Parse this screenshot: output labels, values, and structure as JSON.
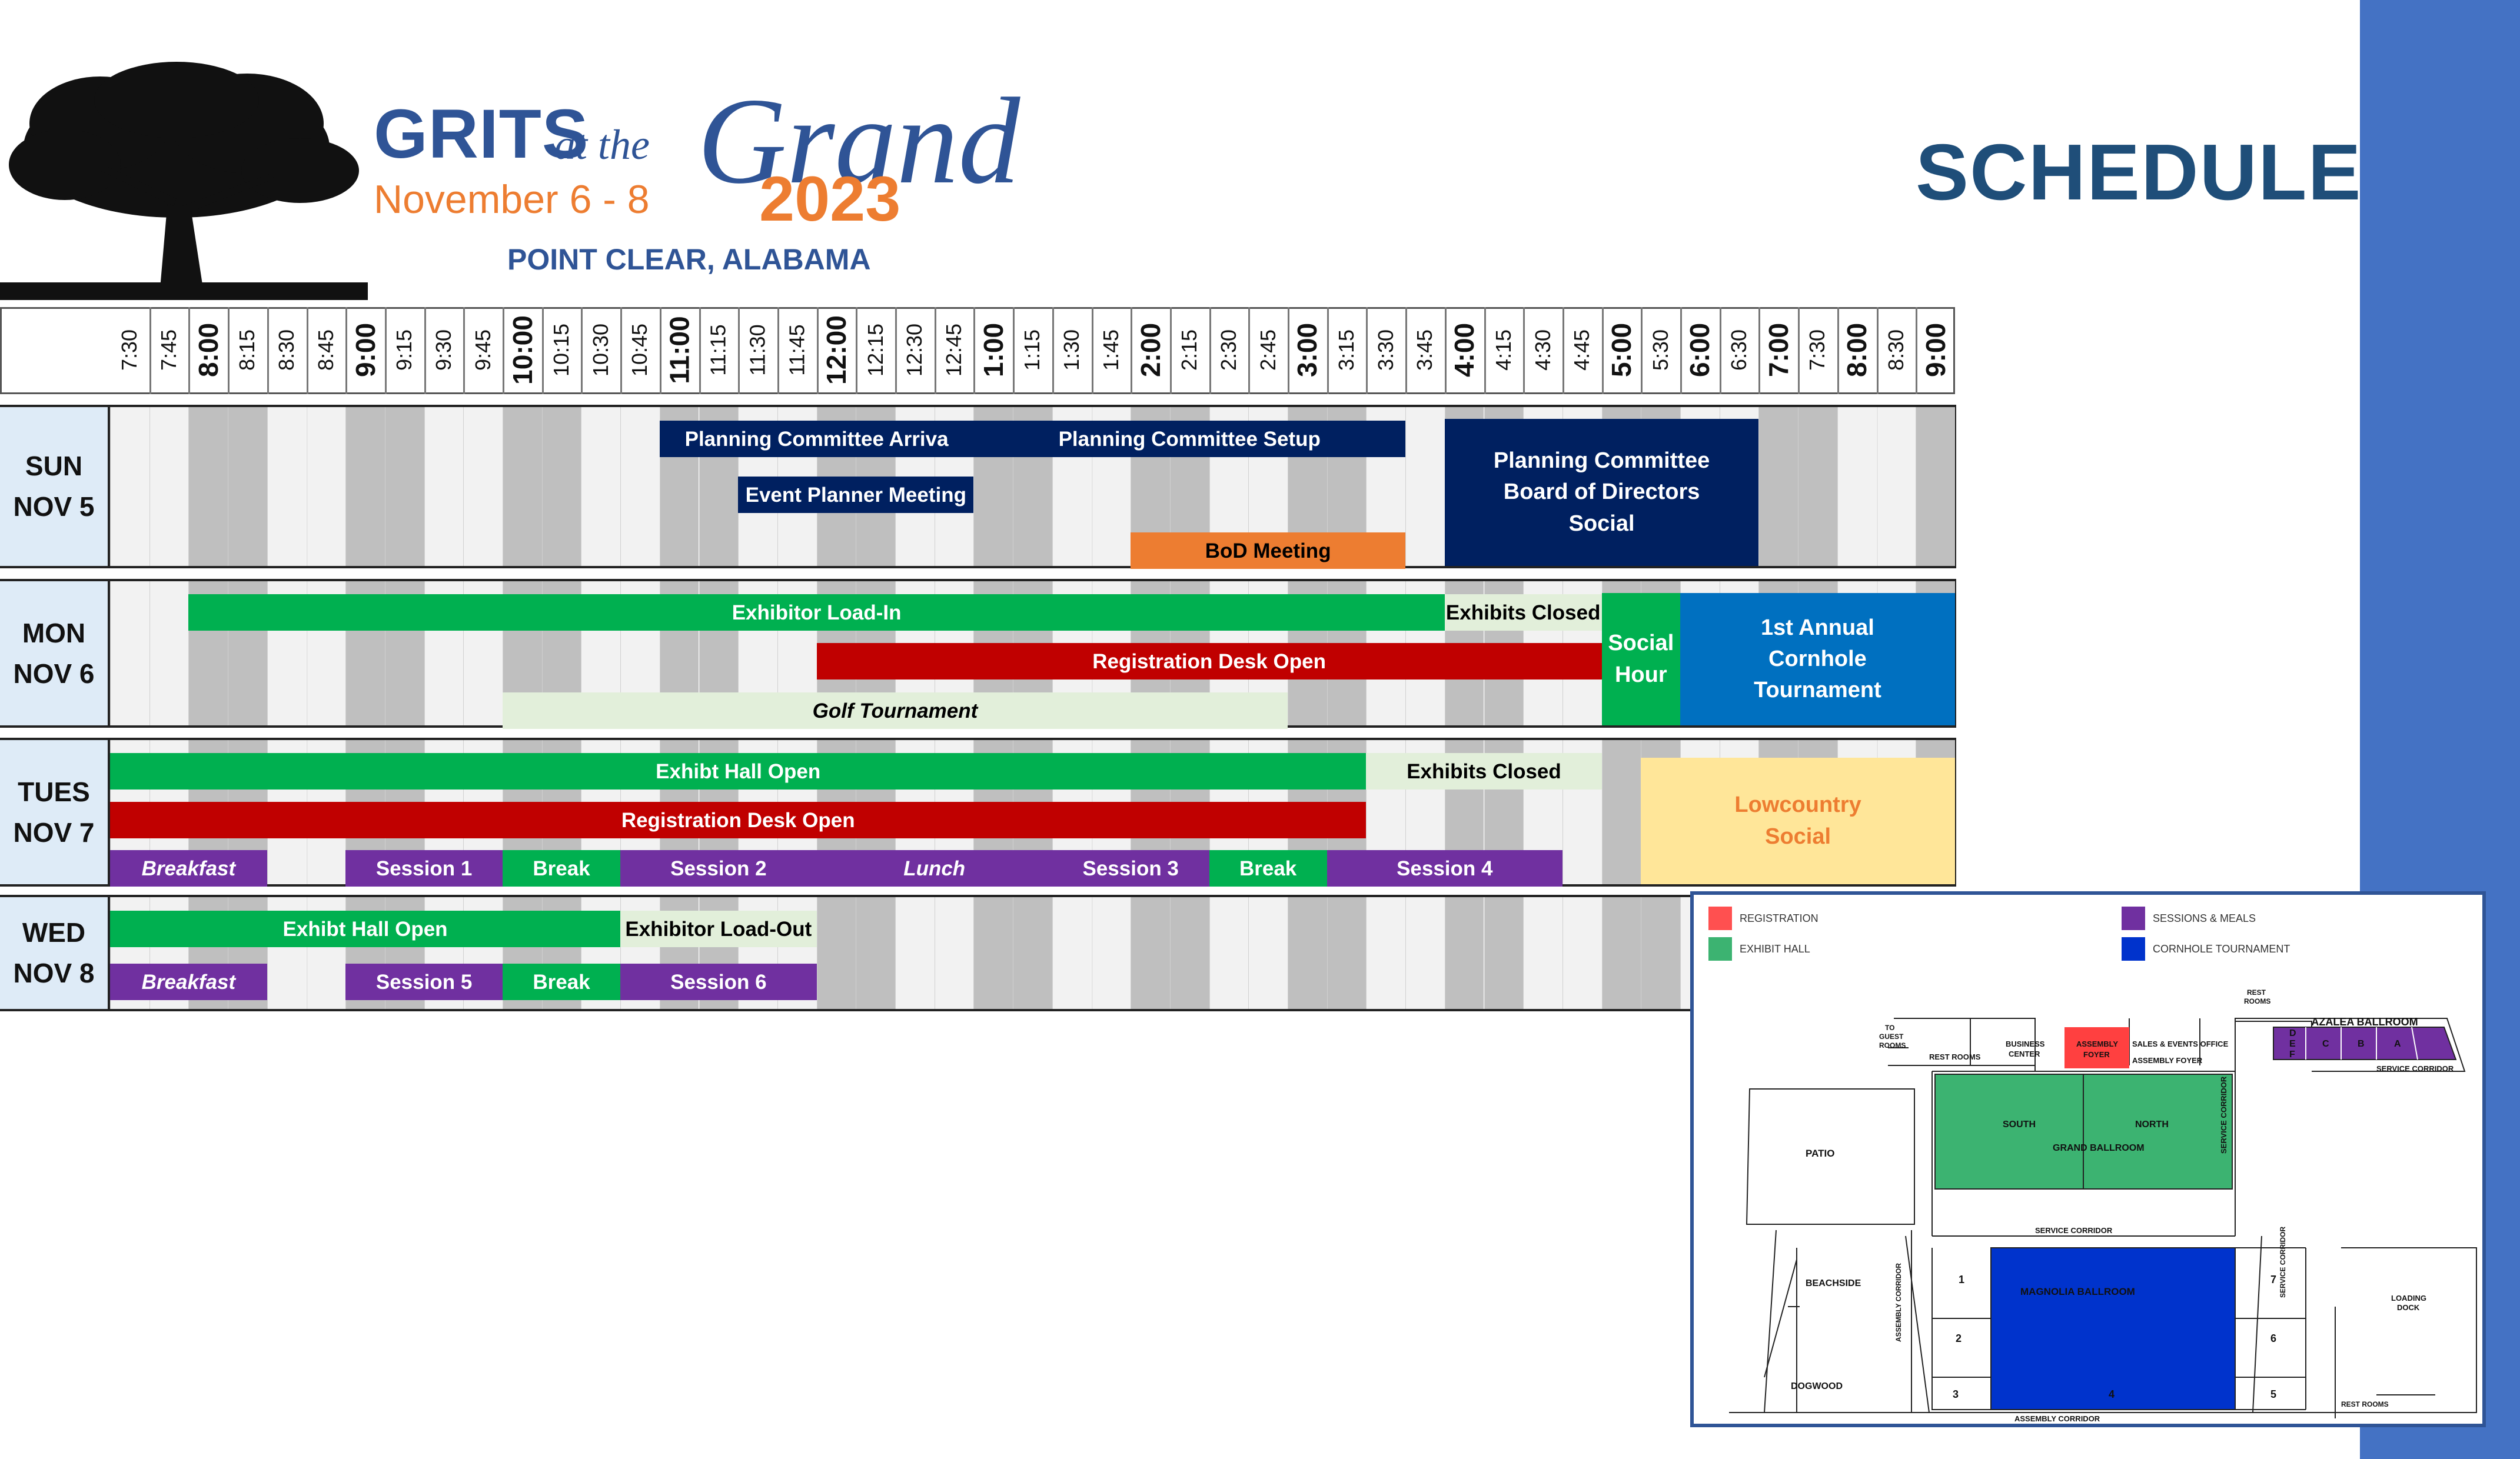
{
  "event": {
    "title_grits": "GRITS",
    "title_atthe": "at the",
    "title_grand": "Grand",
    "dates": "November 6 - 8",
    "year": "2023",
    "location": "POINT CLEAR, ALABAMA",
    "heading": "SCHEDULE"
  },
  "colors": {
    "navy": "#002060",
    "orange": "#ed7d31",
    "green": "#00b050",
    "light_green": "#e2efda",
    "red": "#c00000",
    "purple": "#7030a0",
    "blue": "#0070c0",
    "yellow": "#ffe699",
    "stripe": "#4472c4"
  },
  "times": [
    "7:30",
    "7:45",
    "8:00",
    "8:15",
    "8:30",
    "8:45",
    "9:00",
    "9:15",
    "9:30",
    "9:45",
    "10:00",
    "10:15",
    "10:30",
    "10:45",
    "11:00",
    "11:15",
    "11:30",
    "11:45",
    "12:00",
    "12:15",
    "12:30",
    "12:45",
    "1:00",
    "1:15",
    "1:30",
    "1:45",
    "2:00",
    "2:15",
    "2:30",
    "2:45",
    "3:00",
    "3:15",
    "3:30",
    "3:45",
    "4:00",
    "4:15",
    "4:30",
    "4:45",
    "5:00",
    "5:30",
    "6:00",
    "6:30",
    "7:00",
    "7:30",
    "8:00",
    "8:30",
    "9:00"
  ],
  "days": [
    {
      "label": "SUN\nNOV 5",
      "events": [
        {
          "name": "Planning Committee Arriva",
          "color": "#002060",
          "text_color": "#ffffff",
          "start": 14,
          "end": 22
        },
        {
          "name": "Planning Committee Setup",
          "color": "#002060",
          "text_color": "#ffffff",
          "start": 22,
          "end": 33
        },
        {
          "name": "Event Planner Meeting",
          "color": "#002060",
          "text_color": "#ffffff",
          "start": 16,
          "end": 22
        },
        {
          "name": "BoD Meeting",
          "color": "#ed7d31",
          "text_color": "#000000",
          "start": 26,
          "end": 33
        },
        {
          "name": "Planning Committee\nBoard of Directors\nSocial",
          "color": "#002060",
          "text_color": "#ffffff",
          "start": 34,
          "end": 42
        }
      ]
    },
    {
      "label": "MON\nNOV 6",
      "events": [
        {
          "name": "Exhibitor Load-In",
          "color": "#00b050",
          "text_color": "#ffffff",
          "start": 2,
          "end": 34
        },
        {
          "name": "Exhibits Closed",
          "color": "#e2efda",
          "text_color": "#000000",
          "start": 34,
          "end": 38
        },
        {
          "name": "Registration Desk Open",
          "color": "#c00000",
          "text_color": "#ffffff",
          "start": 18,
          "end": 38
        },
        {
          "name": "Golf Tournament",
          "color": "#e2efda",
          "text_color": "#000000",
          "start": 10,
          "end": 30
        },
        {
          "name": "Social\nHour",
          "color": "#00b050",
          "text_color": "#ffffff",
          "start": 38,
          "end": 40
        },
        {
          "name": "1st Annual\nCornhole\nTournament",
          "color": "#0070c0",
          "text_color": "#ffffff",
          "start": 40,
          "end": 47
        }
      ]
    },
    {
      "label": "TUES\nNOV 7",
      "events": [
        {
          "name": "Exhibt Hall Open",
          "color": "#00b050",
          "text_color": "#ffffff",
          "start": 0,
          "end": 32
        },
        {
          "name": "Exhibits Closed",
          "color": "#e2efda",
          "text_color": "#000000",
          "start": 32,
          "end": 38
        },
        {
          "name": "Registration Desk Open",
          "color": "#c00000",
          "text_color": "#ffffff",
          "start": 0,
          "end": 32
        },
        {
          "name": "Breakfast",
          "color": "#7030a0",
          "text_color": "#ffffff",
          "start": 0,
          "end": 4
        },
        {
          "name": "Session 1",
          "color": "#7030a0",
          "text_color": "#ffffff",
          "start": 6,
          "end": 10
        },
        {
          "name": "Break",
          "color": "#00b050",
          "text_color": "#ffffff",
          "start": 10,
          "end": 13
        },
        {
          "name": "Session 2",
          "color": "#7030a0",
          "text_color": "#ffffff",
          "start": 13,
          "end": 18
        },
        {
          "name": "Lunch",
          "color": "#7030a0",
          "text_color": "#ffffff",
          "start": 18,
          "end": 24
        },
        {
          "name": "Session 3",
          "color": "#7030a0",
          "text_color": "#ffffff",
          "start": 24,
          "end": 28
        },
        {
          "name": "Break",
          "color": "#00b050",
          "text_color": "#ffffff",
          "start": 28,
          "end": 31
        },
        {
          "name": "Session 4",
          "color": "#7030a0",
          "text_color": "#ffffff",
          "start": 31,
          "end": 37
        },
        {
          "name": "Lowcountry\nSocial",
          "color": "#ffe699",
          "text_color": "#ed7d31",
          "start": 39,
          "end": 47
        }
      ]
    },
    {
      "label": "WED\nNOV 8",
      "events": [
        {
          "name": "Exhibt Hall Open",
          "color": "#00b050",
          "text_color": "#ffffff",
          "start": 0,
          "end": 13
        },
        {
          "name": "Exhibitor Load-Out",
          "color": "#e2efda",
          "text_color": "#000000",
          "start": 13,
          "end": 18
        },
        {
          "name": "Breakfast",
          "color": "#7030a0",
          "text_color": "#ffffff",
          "start": 0,
          "end": 4
        },
        {
          "name": "Session 5",
          "color": "#7030a0",
          "text_color": "#ffffff",
          "start": 6,
          "end": 10
        },
        {
          "name": "Break",
          "color": "#00b050",
          "text_color": "#ffffff",
          "start": 10,
          "end": 13
        },
        {
          "name": "Session 6",
          "color": "#7030a0",
          "text_color": "#ffffff",
          "start": 13,
          "end": 18
        }
      ]
    }
  ],
  "map": {
    "legend": {
      "registration": "REGISTRATION",
      "exhibit_hall": "EXHIBIT HALL",
      "sessions_meals": "SESSIONS & MEALS",
      "cornhole": "CORNHOLE TOURNAMENT"
    },
    "labels": {
      "azalea": "AZALEA BALLROOM",
      "rest_rooms": "REST ROOMS",
      "rest": "REST",
      "rooms": "ROOMS",
      "to": "TO",
      "guest": "GUEST",
      "business": "BUSINESS",
      "center": "CENTER",
      "assembly": "ASSEMBLY",
      "foyer": "FOYER",
      "sales": "SALES & EVENTS OFFICE",
      "assembly_foyer": "ASSEMBLY FOYER",
      "service_corridor": "SERVICE CORRIDOR",
      "patio": "PATIO",
      "south": "SOUTH",
      "north": "NORTH",
      "grand_ballroom": "GRAND BALLROOM",
      "beachside": "BEACHSIDE",
      "magnolia": "MAGNOLIA BALLROOM",
      "loading": "LOADING",
      "dock": "DOCK",
      "dogwood": "DOGWOOD",
      "assembly_corridor": "ASSEMBLY CORRIDOR",
      "sections": [
        "D",
        "E",
        "F",
        "C",
        "B",
        "A"
      ],
      "rooms_n": [
        "1",
        "2",
        "3",
        "4",
        "5",
        "6",
        "7"
      ]
    }
  }
}
